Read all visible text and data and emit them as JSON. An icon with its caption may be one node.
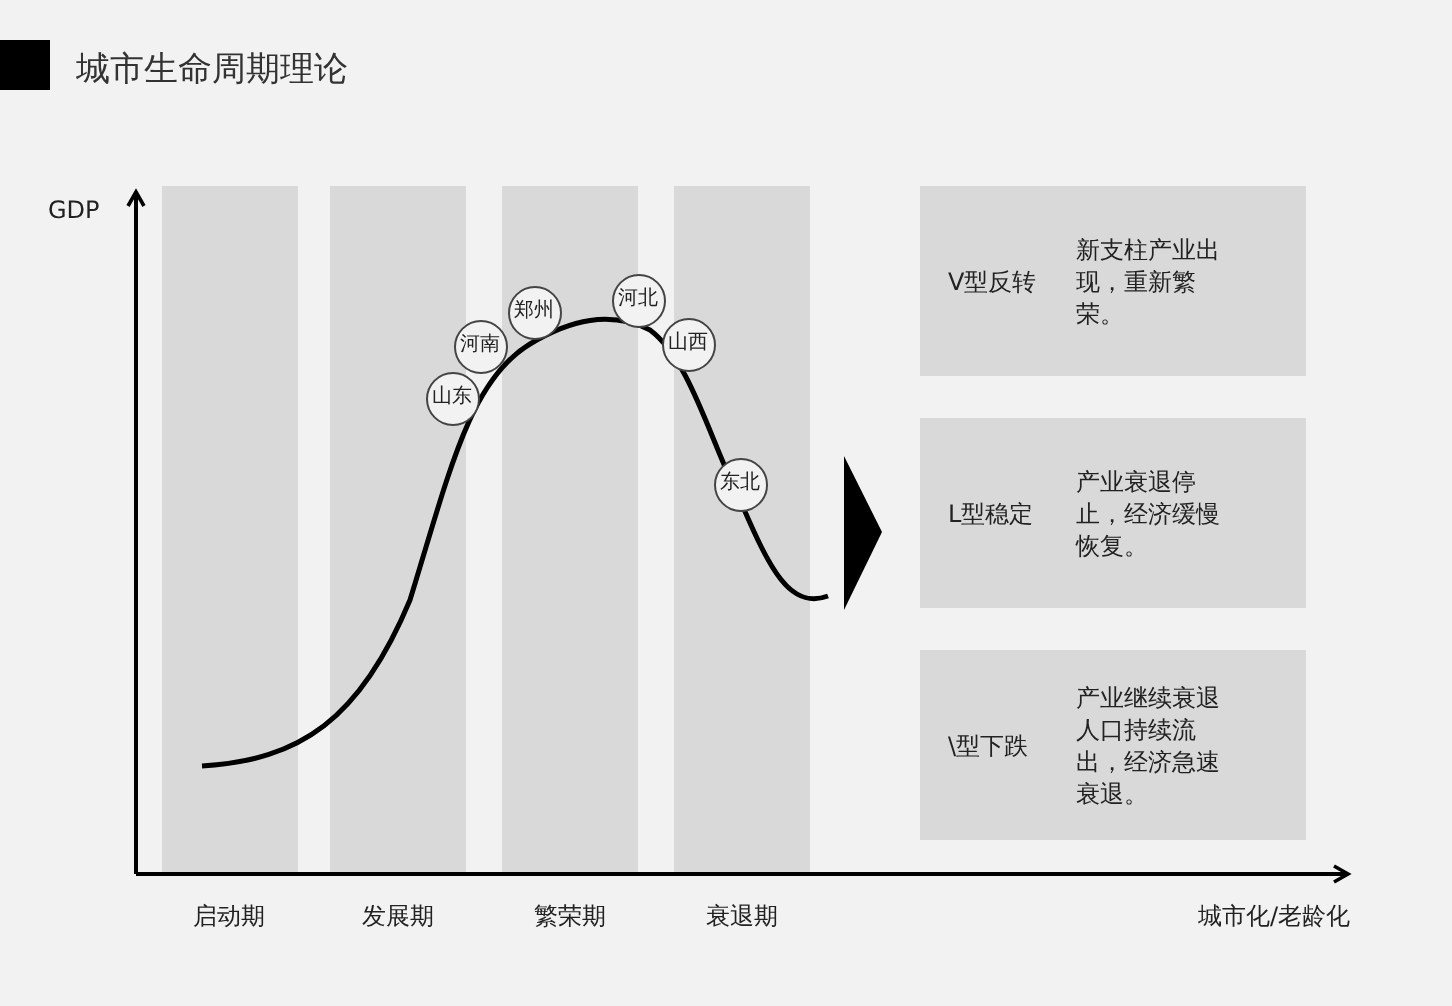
{
  "diagram": {
    "title": "城市生命周期理论",
    "nodes": [
      {
        "text": [
          "V型反转",
          "新支柱产业出现，重新繁荣。"
        ]
      },
      {
        "text": [
          "L型稳定",
          "产业衰退停止，经济缓慢恢复。"
        ]
      },
      {
        "text": [
          "\\型下跌",
          "产业继续衰退人口持续流出，经济急速衰退。"
        ]
      },
      {
        "text": [
          "山东"
        ]
      },
      {
        "text": [
          "河南"
        ]
      },
      {
        "text": [
          "郑州"
        ]
      },
      {
        "text": [
          "河北"
        ]
      },
      {
        "text": [
          "山西"
        ]
      },
      {
        "text": [
          "东北"
        ]
      }
    ],
    "labels": [
      "GDP",
      "启动期",
      "发展期",
      "繁荣期",
      "衰退期",
      "城市化/老龄化"
    ]
  }
}
